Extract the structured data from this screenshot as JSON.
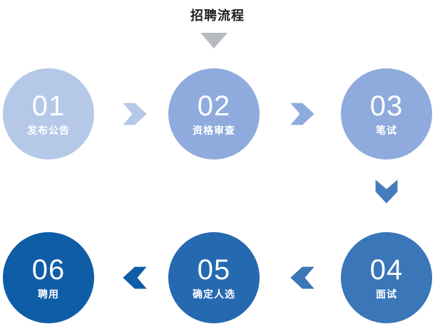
{
  "title": "招聘流程",
  "colors": {
    "title_text": "#1f1f1f",
    "title_caret": "#b7babe",
    "background": "#ffffff",
    "step_text": "#ffffff"
  },
  "steps": [
    {
      "number": "01",
      "label": "发布公告",
      "color": "#b5c8e8"
    },
    {
      "number": "02",
      "label": "资格审查",
      "color": "#8faadc"
    },
    {
      "number": "03",
      "label": "笔试",
      "color": "#8faadc"
    },
    {
      "number": "04",
      "label": "面试",
      "color": "#3a76b8"
    },
    {
      "number": "05",
      "label": "确定人选",
      "color": "#2569b0"
    },
    {
      "number": "06",
      "label": "聘用",
      "color": "#0f5da6"
    }
  ],
  "arrows": [
    {
      "from": "01",
      "to": "02",
      "direction": "right",
      "color": "#b5c8e8"
    },
    {
      "from": "02",
      "to": "03",
      "direction": "right",
      "color": "#8faadc"
    },
    {
      "from": "03",
      "to": "04",
      "direction": "down",
      "color": "#447cbe"
    },
    {
      "from": "04",
      "to": "05",
      "direction": "left",
      "color": "#3a76b8"
    },
    {
      "from": "05",
      "to": "06",
      "direction": "left",
      "color": "#0f5da6"
    }
  ]
}
